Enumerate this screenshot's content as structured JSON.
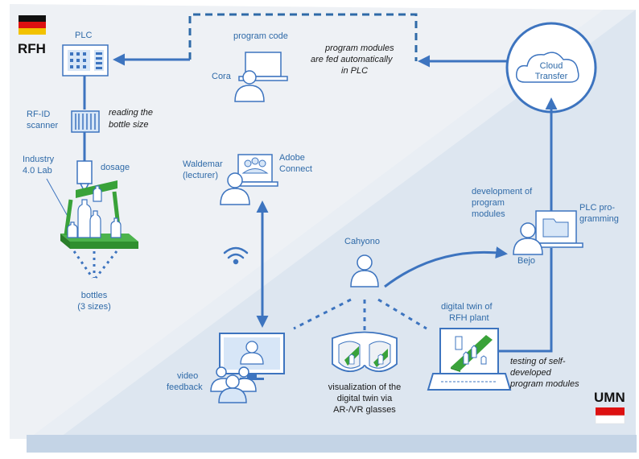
{
  "regions": {
    "top": "RFH",
    "bottom": "UMN"
  },
  "labels": {
    "plc": "PLC",
    "program_code": "program code",
    "cora": "Cora",
    "modules_fed_1": "program modules",
    "modules_fed_2": "are fed automatically",
    "modules_fed_3": "in PLC",
    "cloud_1": "Cloud",
    "cloud_2": "Transfer",
    "rfid_1": "RF-ID",
    "rfid_2": "scanner",
    "reading_1": "reading the",
    "reading_2": "bottle size",
    "industry_1": "Industry",
    "industry_2": "4.0 Lab",
    "dosage": "dosage",
    "waldemar_1": "Waldemar",
    "waldemar_2": "(lecturer)",
    "adobe_1": "Adobe",
    "adobe_2": "Connect",
    "dev_1": "development of",
    "dev_2": "program",
    "dev_3": "modules",
    "plcprog_1": "PLC pro-",
    "plcprog_2": "gramming",
    "bejo": "Bejo",
    "cahyono": "Cahyono",
    "bottles_1": "bottles",
    "bottles_2": "(3 sizes)",
    "twin_1": "digital twin of",
    "twin_2": "RFH plant",
    "video_1": "video",
    "video_2": "feedback",
    "viz_1": "visualization of the",
    "viz_2": "digital twin via",
    "viz_3": "AR-/VR glasses",
    "testing_1": "testing of self-",
    "testing_2": "developed",
    "testing_3": "program modules"
  },
  "icons": [
    "germany-flag-icon",
    "indonesia-flag-icon",
    "plc-icon",
    "laptop-icon",
    "person-icon",
    "cloud-icon",
    "rfid-scanner-icon",
    "dosage-nozzle-icon",
    "conveyor-icon",
    "bottle-icon",
    "wifi-icon",
    "monitor-icon",
    "vr-glasses-icon",
    "audience-icon"
  ],
  "colors": {
    "accent": "#3d74bf",
    "green": "#39a239",
    "panel_top": "#eef1f5",
    "panel_bottom": "#dde6f0"
  }
}
